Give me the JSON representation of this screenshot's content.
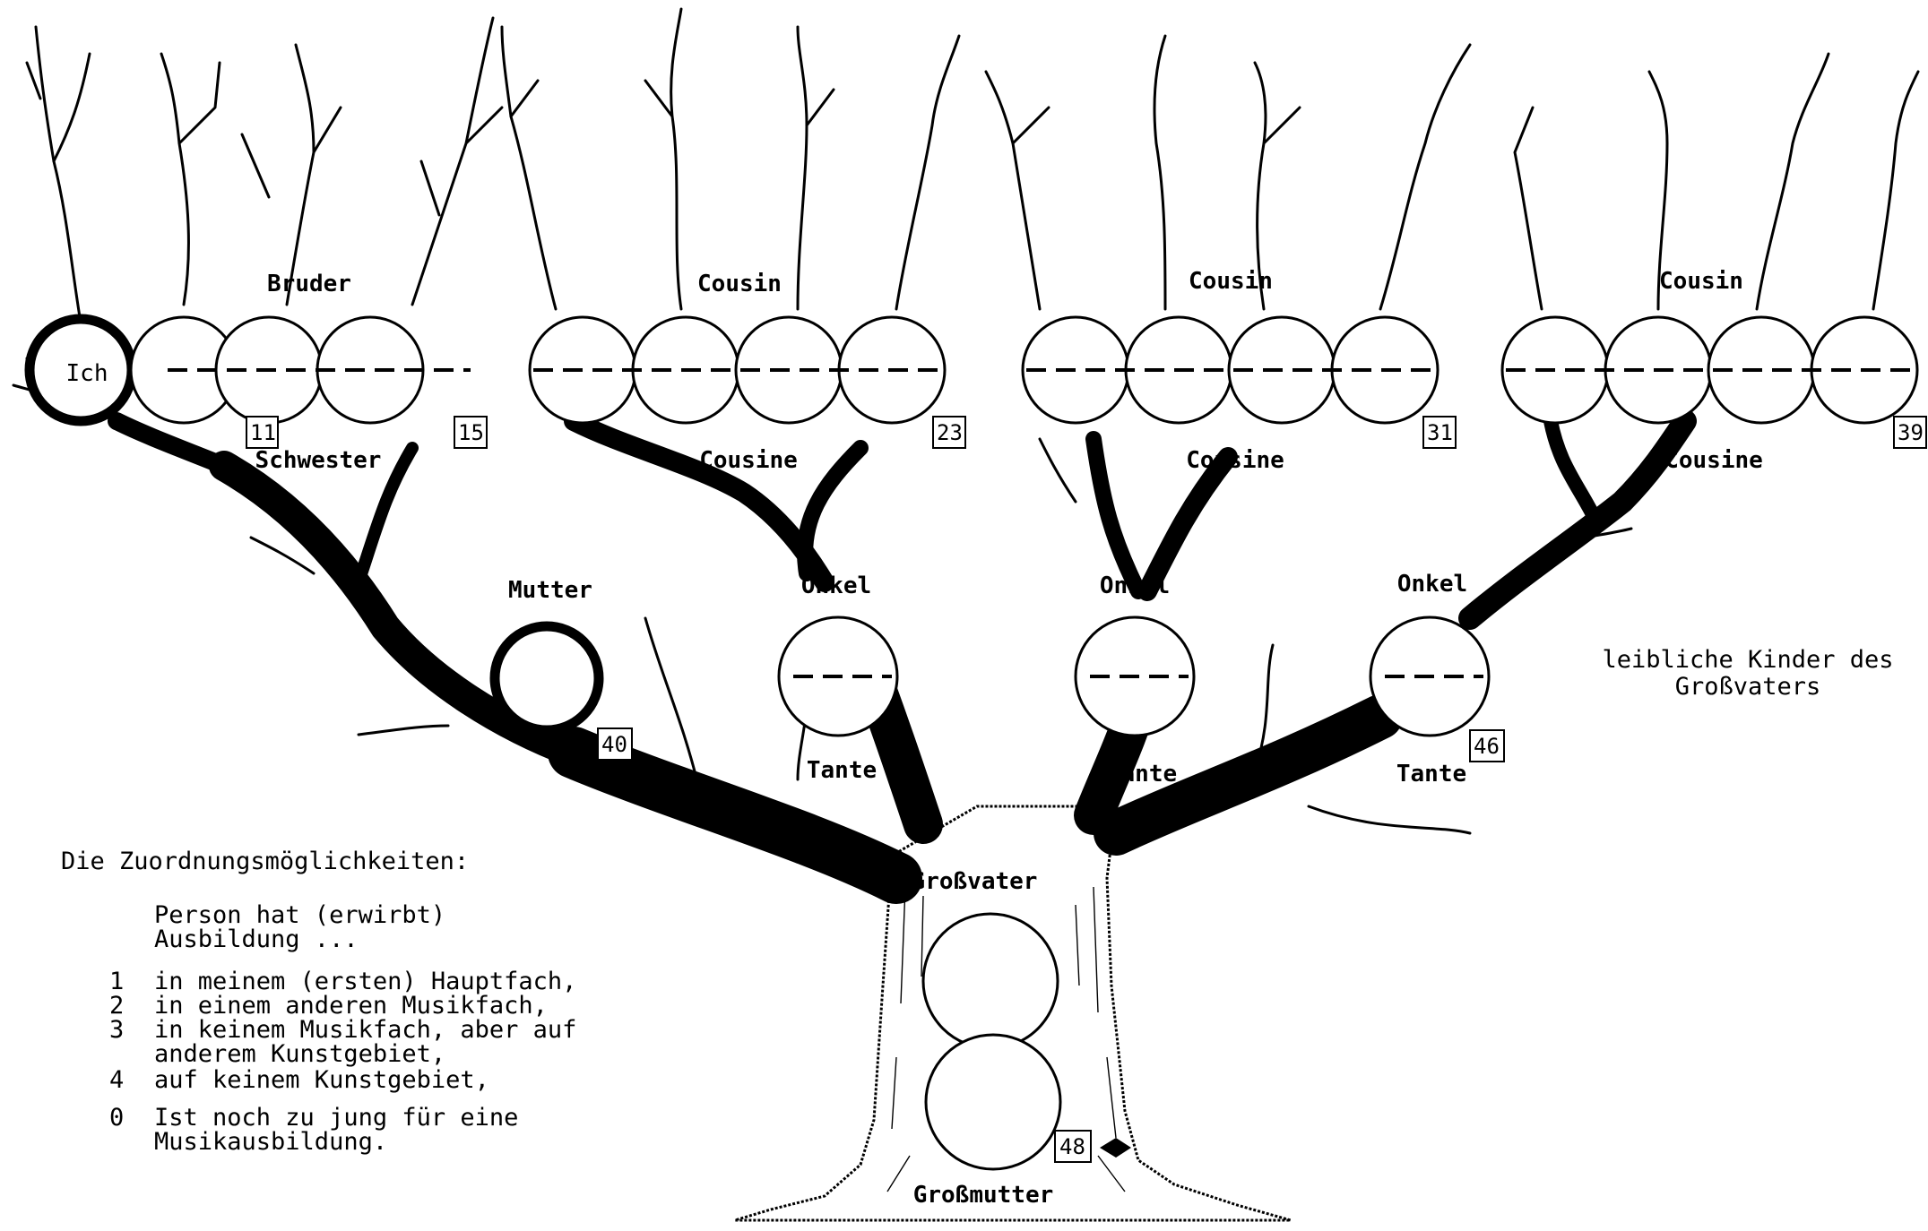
{
  "labels": {
    "bruder": "Bruder",
    "schwester": "Schwester",
    "cousin": "Cousin",
    "cousine": "Cousine",
    "mutter": "Mutter",
    "onkel": "Onkel",
    "tante": "Tante",
    "grossvater": "Großvater",
    "grossmutter": "Großmutter",
    "ich": "Ich"
  },
  "numbers": {
    "siblings_start": "11",
    "siblings_end": "15",
    "cousins_1": "23",
    "cousins_2": "31",
    "cousins_3": "39",
    "mutter": "40",
    "onkel_tante": "46",
    "grossmutter": "48"
  },
  "note": {
    "line1": "leibliche Kinder des",
    "line2": "Großvaters"
  },
  "legend": {
    "heading": "Die Zuordnungsmöglichkeiten:",
    "intro1": "Person hat (erwirbt)",
    "intro2": "Ausbildung ...",
    "items": [
      {
        "code": "1",
        "text": "in meinem (ersten) Hauptfach,"
      },
      {
        "code": "2",
        "text": "in einem anderen Musikfach,"
      },
      {
        "code": "3",
        "text": "in keinem Musikfach, aber auf"
      },
      {
        "code": "",
        "text": "anderem Kunstgebiet,"
      },
      {
        "code": "4",
        "text": "auf keinem Kunstgebiet,"
      },
      {
        "code": "0",
        "text": "Ist noch zu jung für eine"
      },
      {
        "code": "",
        "text": "Musikausbildung."
      }
    ]
  }
}
